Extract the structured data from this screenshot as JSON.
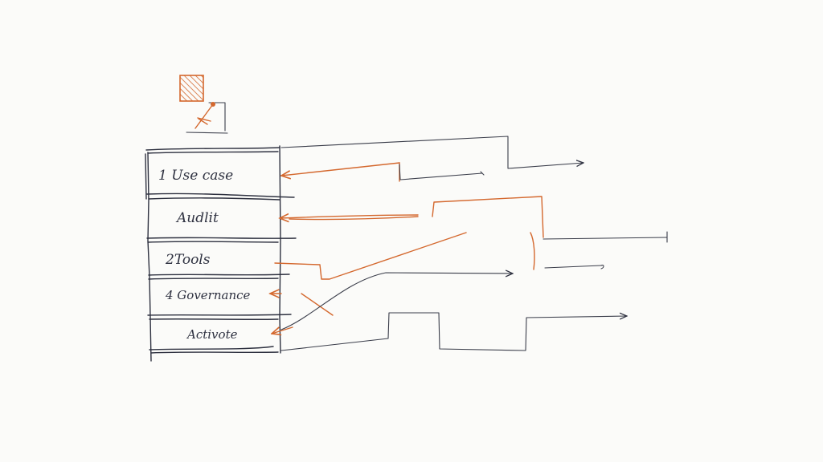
{
  "diagram": {
    "steps": [
      {
        "label": "1 Use case"
      },
      {
        "label": "Audlit"
      },
      {
        "label": "2Tools"
      },
      {
        "label": "4 Governance"
      },
      {
        "label": "Activote"
      }
    ]
  },
  "colors": {
    "ink": "#2e3140",
    "accent": "#d4682e",
    "paper": "#fbfbf9"
  },
  "icons": [
    "hatched-flag-icon",
    "stick-figure-icon"
  ]
}
